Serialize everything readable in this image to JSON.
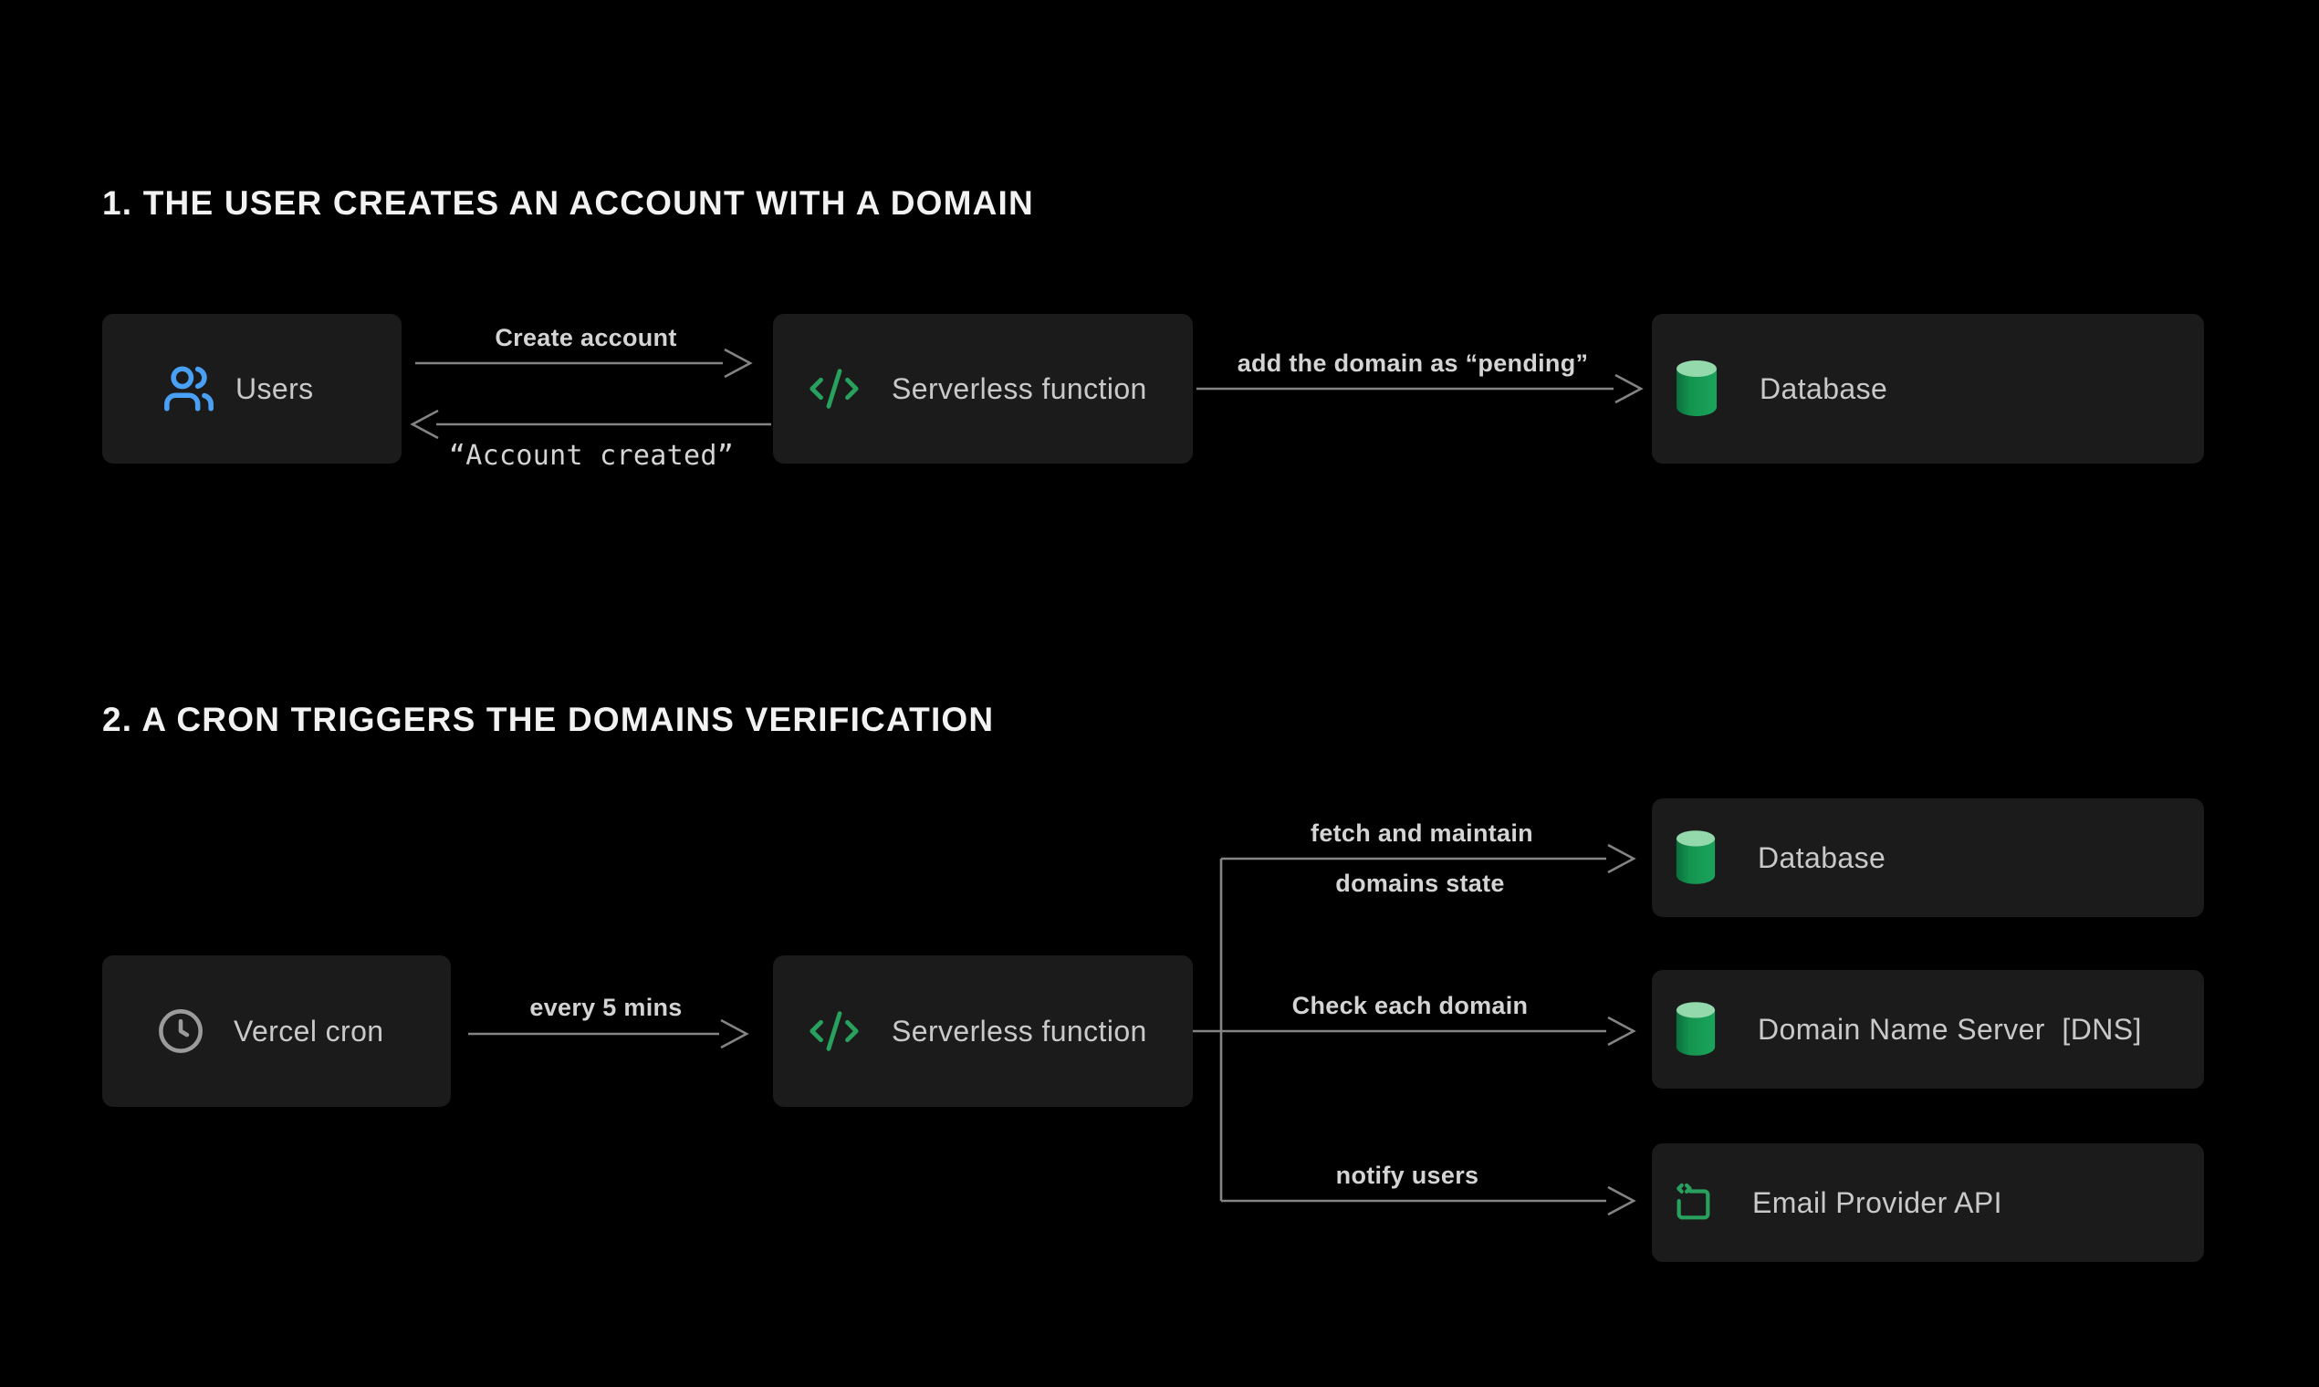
{
  "diagram": {
    "sections": [
      {
        "title": "1. THE USER CREATES AN ACCOUNT WITH A DOMAIN"
      },
      {
        "title": "2. A CRON TRIGGERS THE DOMAINS VERIFICATION"
      }
    ],
    "nodes": {
      "users": {
        "label": "Users",
        "icon": "users-icon"
      },
      "serverless1": {
        "label": "Serverless function",
        "icon": "code-icon"
      },
      "database1": {
        "label": "Database",
        "icon": "database-icon"
      },
      "vercel_cron": {
        "label": "Vercel cron",
        "icon": "clock-icon"
      },
      "serverless2": {
        "label": "Serverless function",
        "icon": "code-icon"
      },
      "database2": {
        "label": "Database",
        "icon": "database-icon"
      },
      "dns": {
        "label": "Domain Name Server  [DNS]",
        "icon": "database-icon"
      },
      "email_api": {
        "label": "Email Provider API",
        "icon": "api-brackets-icon"
      }
    },
    "edges": {
      "create_account": "Create account",
      "account_created": "“Account created”",
      "add_domain_pending": "add the domain as “pending”",
      "every_5_mins": "every 5 mins",
      "fetch_maintain_line1": "fetch and maintain",
      "fetch_maintain_line2": "domains state",
      "check_each_domain": "Check each domain",
      "notify_users": "notify users"
    },
    "colors": {
      "background": "#000000",
      "box_background": "#1b1b1b",
      "box_text": "#c9c9c9",
      "title_text": "#f2f2f2",
      "connector_line": "#848484",
      "edge_label_text": "#d4d4d4",
      "users_icon_blue": "#4aa0f5",
      "code_icon_green": "#27a15d",
      "cylinder_top_green": "#93d9ac",
      "cylinder_body_green": "#13954f",
      "clock_icon_gray": "#9b9b9b"
    }
  }
}
